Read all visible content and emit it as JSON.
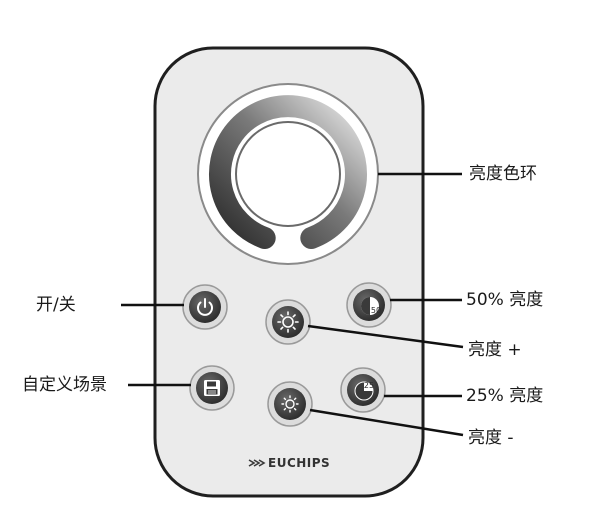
{
  "remote": {
    "brand": "EUCHIPS"
  },
  "buttons": {
    "fifty_label": "50",
    "twentyfive_label": "25"
  },
  "callouts": {
    "color_ring": "亮度色环",
    "on_off": "开/关",
    "fifty_percent": "50% 亮度",
    "brightness_up": "亮度 +",
    "custom_scene": "自定义场景",
    "twentyfive_percent": "25% 亮度",
    "brightness_down": "亮度 -"
  }
}
